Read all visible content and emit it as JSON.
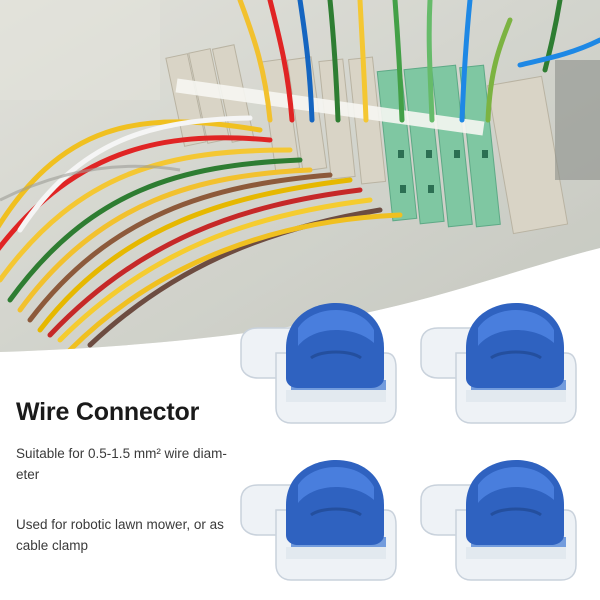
{
  "product": {
    "title": "Wire Connector",
    "feature_1": "Suitable for 0.5-1.5 mm² wire diam-eter",
    "feature_2": "Used for robotic lawn mower, or as cable clamp"
  },
  "colors": {
    "background": "#ffffff",
    "connector_blue": "#2f62c0",
    "connector_body": "#eef2f6",
    "title_text": "#1a1a1a",
    "body_text": "#3a3a3a"
  },
  "images": {
    "hero_photo": "terminal-block-wiring-photo",
    "connector_photo": "wire-connector-icon"
  }
}
